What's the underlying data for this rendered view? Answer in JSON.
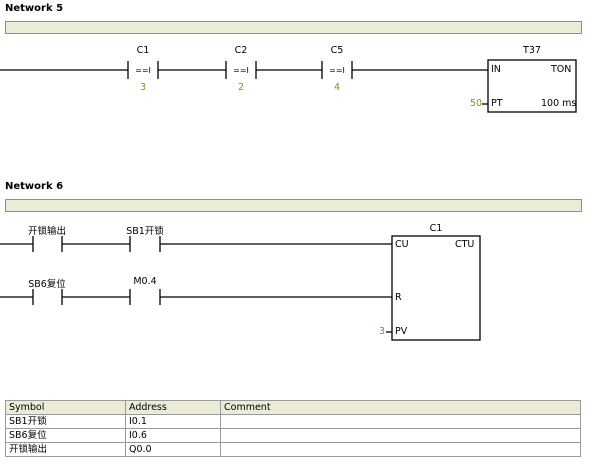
{
  "networks": [
    {
      "title": "Network 5",
      "contacts": [
        {
          "symbol": "C1",
          "op": "==I",
          "value": "3"
        },
        {
          "symbol": "C2",
          "op": "==I",
          "value": "2"
        },
        {
          "symbol": "C5",
          "op": "==I",
          "value": "4"
        }
      ],
      "box": {
        "name": "T37",
        "type": "TON",
        "in": "IN",
        "pt": "PT",
        "pt_value": "50",
        "resolution": "100 ms"
      }
    },
    {
      "title": "Network 6",
      "contacts_row1": [
        "开锁输出",
        "SB1开锁"
      ],
      "contacts_row2": [
        "SB6复位",
        "M0.4"
      ],
      "box": {
        "name": "C1",
        "type": "CTU",
        "cu": "CU",
        "r": "R",
        "pv": "PV",
        "pv_value": "3"
      }
    }
  ],
  "symbol_table": {
    "headers": [
      "Symbol",
      "Address",
      "Comment"
    ],
    "rows": [
      [
        "SB1开锁",
        "I0.1",
        ""
      ],
      [
        "SB6复位",
        "I0.6",
        ""
      ],
      [
        "开锁输出",
        "Q0.0",
        ""
      ]
    ]
  },
  "colors": {
    "comment_bar": "#ecebd7",
    "constant_text": "#8c8c1f",
    "wire": "#000000"
  }
}
